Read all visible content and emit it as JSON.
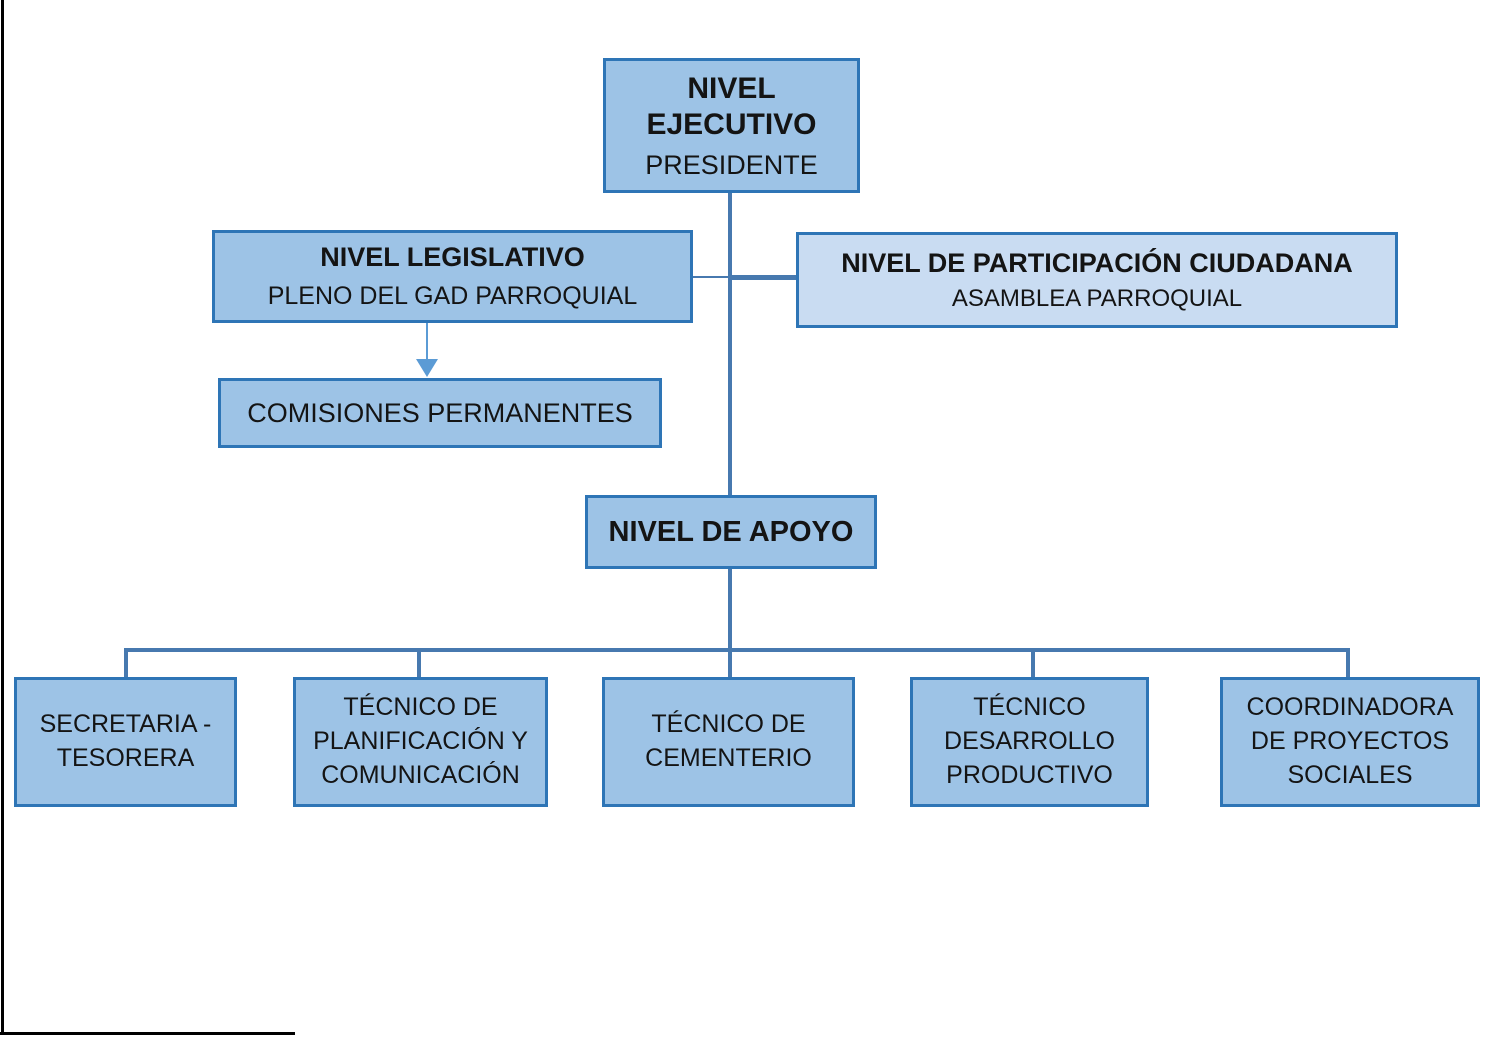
{
  "nodes": {
    "ejecutivo": {
      "title": "NIVEL EJECUTIVO",
      "subtitle": "PRESIDENTE"
    },
    "legislativo": {
      "title": "NIVEL LEGISLATIVO",
      "subtitle": "PLENO DEL GAD PARROQUIAL"
    },
    "participacion": {
      "title": "NIVEL DE PARTICIPACIÓN CIUDADANA",
      "subtitle": "ASAMBLEA PARROQUIAL"
    },
    "comisiones": {
      "title": "COMISIONES PERMANENTES"
    },
    "apoyo": {
      "title": "NIVEL DE APOYO"
    },
    "secretaria": {
      "title": "SECRETARIA - TESORERA"
    },
    "planificacion": {
      "title": "TÉCNICO DE PLANIFICACIÓN Y COMUNICACIÓN"
    },
    "cementerio": {
      "title": "TÉCNICO DE CEMENTERIO"
    },
    "desarrollo": {
      "title": "TÉCNICO DESARROLLO PRODUCTIVO"
    },
    "coordinadora": {
      "title": "COORDINADORA DE PROYECTOS SOCIALES"
    }
  },
  "colors": {
    "node_fill": "#9DC3E6",
    "node_fill_light": "#C9DCF2",
    "node_border": "#2E75B6",
    "connector": "#4779AF",
    "arrow": "#5B9BD5",
    "frame": "#000000"
  }
}
